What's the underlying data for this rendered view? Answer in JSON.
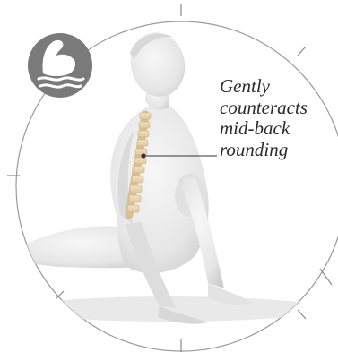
{
  "caption": {
    "lines": [
      "Gently",
      "counteracts",
      "mid-back",
      "rounding"
    ]
  },
  "badge": {
    "icon": "flexed-arm-over-water-icon",
    "color": "#7a7a7a"
  },
  "colors": {
    "figure": "#ececec",
    "figure_shadow": "#d3d3d3",
    "spine": "#e8d2ad",
    "ring": "#9a9a9a",
    "leader": "#333333"
  }
}
